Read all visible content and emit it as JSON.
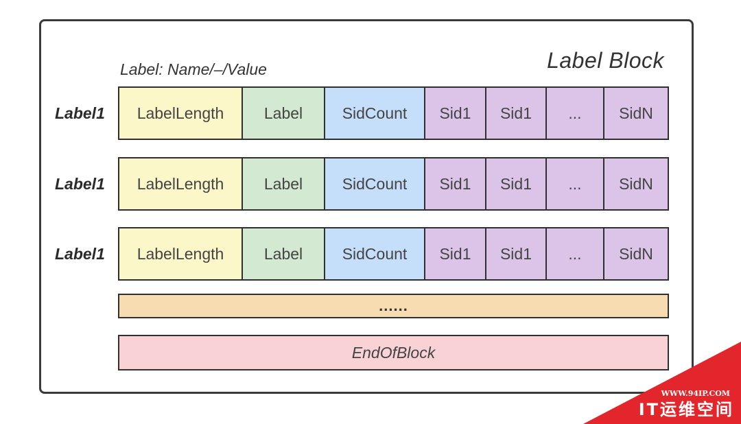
{
  "diagram": {
    "title": "Label Block",
    "format_caption": "Label: Name/–/Value",
    "rows": [
      {
        "label": "Label1",
        "cells": [
          "LabelLength",
          "Label",
          "SidCount",
          "Sid1",
          "Sid1",
          "...",
          "SidN"
        ]
      },
      {
        "label": "Label1",
        "cells": [
          "LabelLength",
          "Label",
          "SidCount",
          "Sid1",
          "Sid1",
          "...",
          "SidN"
        ]
      },
      {
        "label": "Label1",
        "cells": [
          "LabelLength",
          "Label",
          "SidCount",
          "Sid1",
          "Sid1",
          "...",
          "SidN"
        ]
      }
    ],
    "more_rows": "......",
    "end_block": "EndOfBlock"
  },
  "colors": {
    "label_length": "#fbf7c9",
    "label": "#d3e9d1",
    "sid_count": "#c5def9",
    "sid": "#dcc4e8",
    "more_rows": "#f8dcb1",
    "end_block": "#f8d2d5",
    "watermark": "#e3262b"
  },
  "watermark": {
    "url": "WWW.94IP.COM",
    "name": "IT运维空间"
  }
}
